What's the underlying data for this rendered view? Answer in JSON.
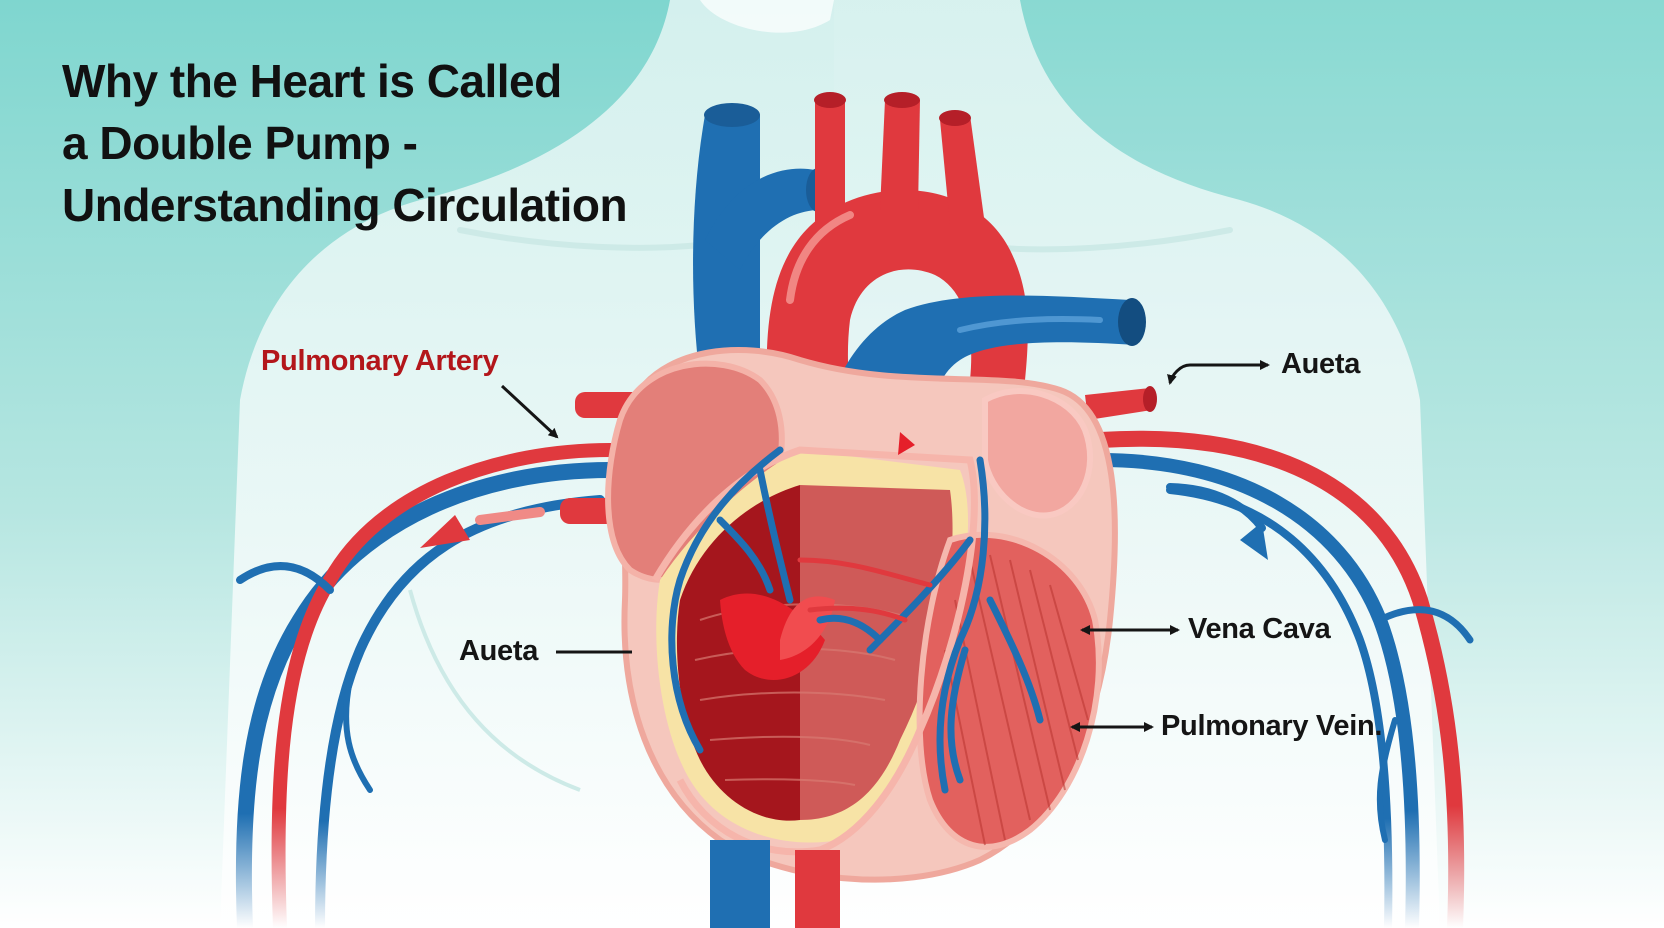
{
  "title": {
    "line1": "Why the Heart is Called",
    "line2": "a Double Pump -",
    "line3": "Understanding Circulation"
  },
  "labels": {
    "pulmonary_artery": "Pulmonary Artery",
    "aueta_right": "Aueta",
    "aueta_left": "Aueta",
    "vena_cava": "Vena Cava",
    "pulmonary_vein": "Pulmonary Vein."
  },
  "colors": {
    "background_teal": "#7fd6cf",
    "deoxygenated_blue": "#1f6fb2",
    "oxygenated_red": "#e0393e",
    "heart_muscle": "#e9817b",
    "label_red": "#b3161b",
    "label_black": "#151515"
  }
}
